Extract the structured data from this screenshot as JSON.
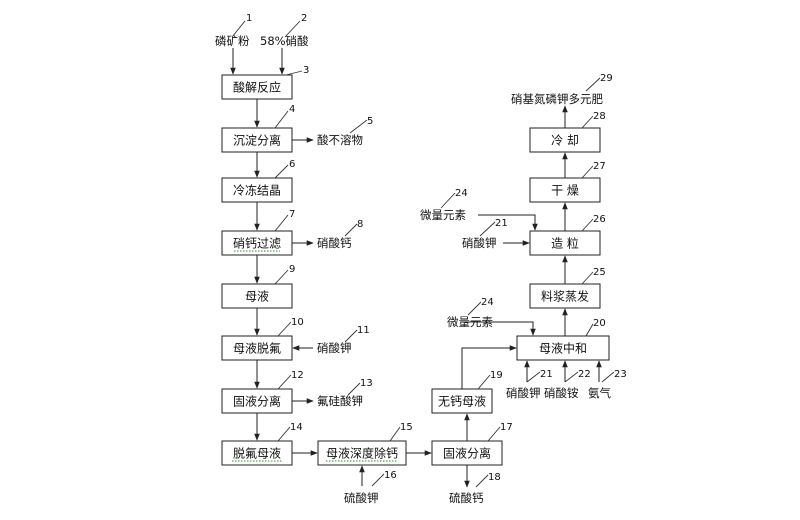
{
  "boxes": {
    "b3": "酸解反应",
    "b4": "沉淀分离",
    "b6": "冷冻结晶",
    "b7": "硝钙过滤",
    "b9": "母液",
    "b10": "母液脱氟",
    "b12": "固液分离",
    "b14": "脱氟母液",
    "b15": "母液深度除钙",
    "b17": "固液分离",
    "b19": "无钙母液",
    "b20": "母液中和",
    "b25": "料浆蒸发",
    "b26": "造 粒",
    "b27": "干 燥",
    "b28": "冷 却"
  },
  "labels": {
    "l1": "磷矿粉",
    "l2": "58%硝酸",
    "l5": "酸不溶物",
    "l8": "硝酸钙",
    "l11": "硝酸钾",
    "l13": "氟硅酸钾",
    "l16": "硫酸钾",
    "l18": "硫酸钙",
    "l21a": "硝酸钾",
    "l21b": "硝酸钾",
    "l22": "硝酸铵",
    "l23": "氨气",
    "l24a": "微量元素",
    "l24b": "微量元素",
    "l29": "硝基氮磷钾多元肥"
  },
  "numbers": {
    "n1": "1",
    "n2": "2",
    "n3": "3",
    "n4": "4",
    "n5": "5",
    "n6": "6",
    "n7": "7",
    "n8": "8",
    "n9": "9",
    "n10": "10",
    "n11": "11",
    "n12": "12",
    "n13": "13",
    "n14": "14",
    "n15": "15",
    "n16": "16",
    "n17": "17",
    "n18": "18",
    "n19": "19",
    "n20": "20",
    "n21a": "21",
    "n21b": "21",
    "n22": "22",
    "n23": "23",
    "n24a": "24",
    "n24b": "24",
    "n25": "25",
    "n26": "26",
    "n27": "27",
    "n28": "28",
    "n29": "29"
  }
}
